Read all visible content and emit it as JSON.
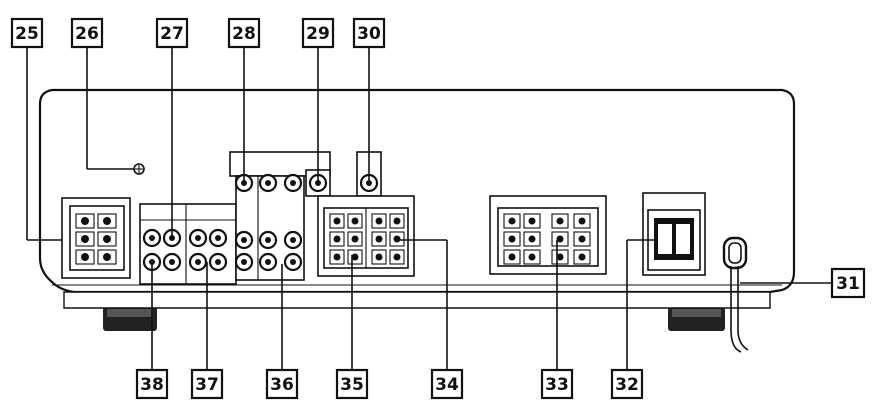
{
  "callouts": {
    "c25": "25",
    "c26": "26",
    "c27": "27",
    "c28": "28",
    "c29": "29",
    "c30": "30",
    "c31": "31",
    "c32": "32",
    "c33": "33",
    "c34": "34",
    "c35": "35",
    "c36": "36",
    "c37": "37",
    "c38": "38"
  },
  "colors": {
    "ink": "#111111",
    "paper": "#ffffff"
  }
}
